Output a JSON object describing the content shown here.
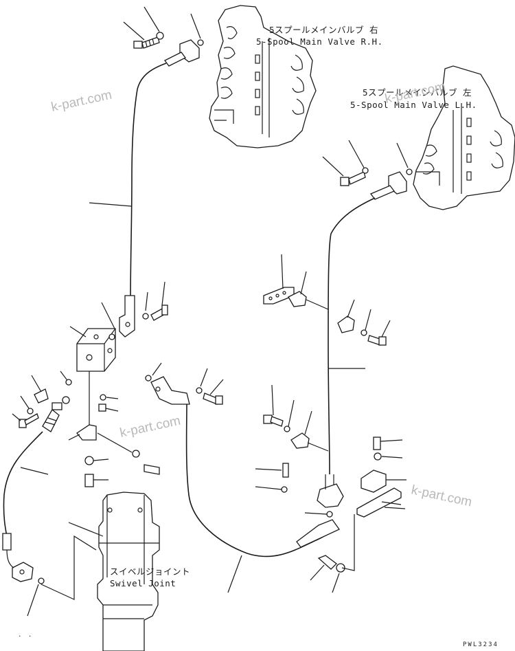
{
  "labels": {
    "valve_rh_jp": "5スプールメインバルブ 右",
    "valve_rh_en": "5-Spool Main Valve R.H.",
    "valve_lh_jp": "5スプールメインバルブ 左",
    "valve_lh_en": "5-Spool Main Valve L.H.",
    "swivel_jp": "スイベルジョイント",
    "swivel_en": "Swivel Joint"
  },
  "watermarks": [
    "k-part.com",
    "k-part.com",
    "k-part.com",
    "k-part.com"
  ],
  "drawing_code": "PWL3234",
  "colors": {
    "line": "#1a1a1a",
    "watermark": "#b9b9b9",
    "background": "#ffffff"
  }
}
